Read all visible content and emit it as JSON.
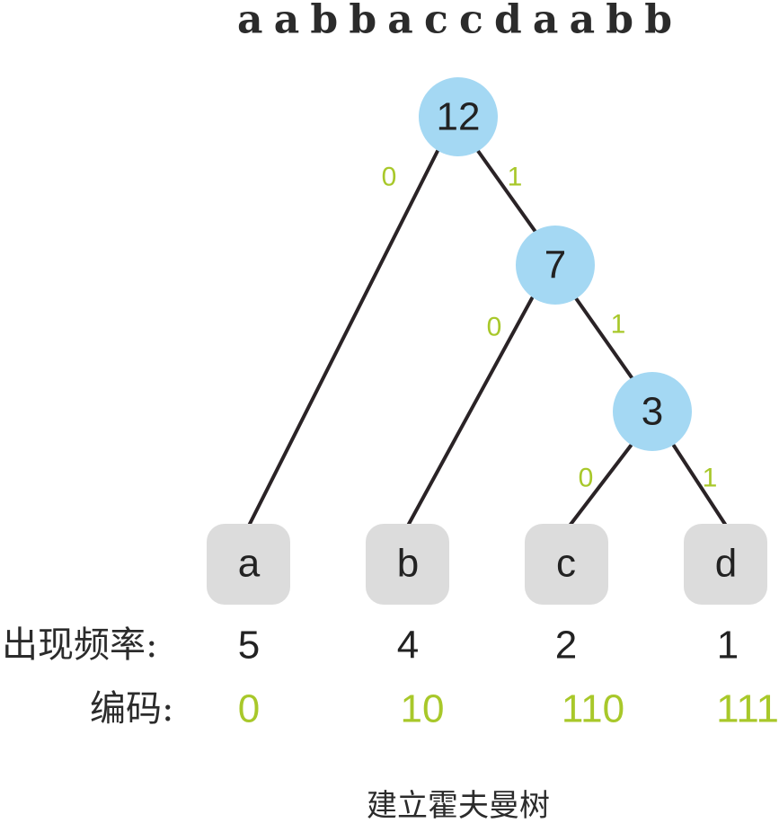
{
  "title": "a a b b a c c d a a b b",
  "nodes": {
    "root": "12",
    "n7": "7",
    "n3": "3"
  },
  "leaves": {
    "a": "a",
    "b": "b",
    "c": "c",
    "d": "d"
  },
  "edge_bits": {
    "root_a": "0",
    "root_n7": "1",
    "n7_b": "0",
    "n7_n3": "1",
    "n3_c": "0",
    "n3_d": "1"
  },
  "frequency_row": {
    "label": "出现频率:",
    "a": "5",
    "b": "4",
    "c": "2",
    "d": "1"
  },
  "code_row": {
    "label": "编码:",
    "a": "0",
    "b": "10",
    "c": "110",
    "d": "111"
  },
  "caption": "建立霍夫曼树",
  "colors": {
    "node_fill": "#a4d8f3",
    "leaf_fill": "#dcdcdc",
    "bit_green": "#a8c82a",
    "edge": "#2a2326"
  }
}
